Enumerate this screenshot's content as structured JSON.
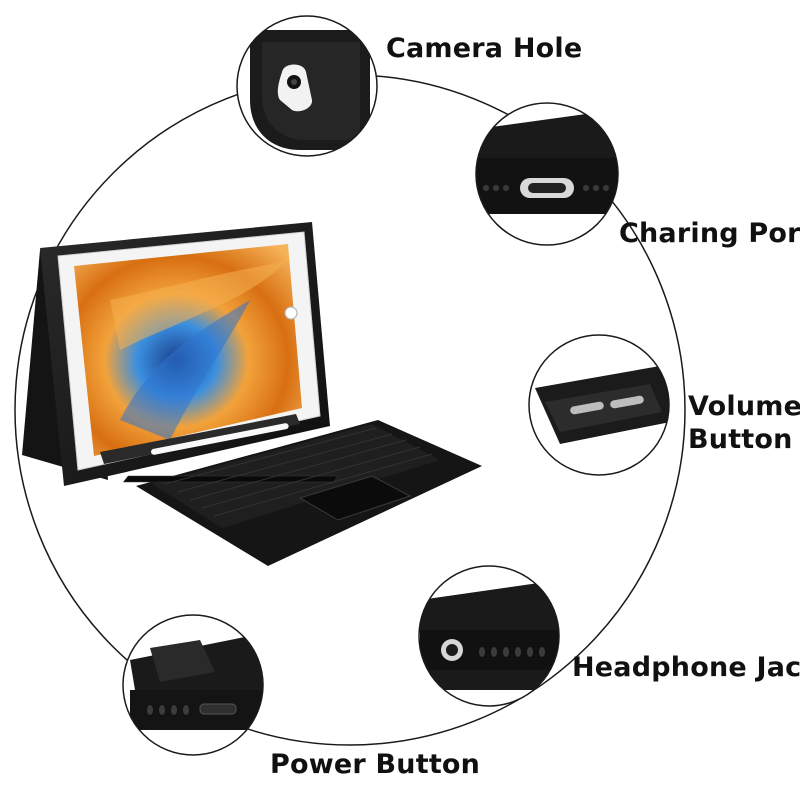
{
  "labels": {
    "camera_hole": "Camera Hole",
    "charging_port": "Charing Port",
    "volume_button_line1": "Volume",
    "volume_button_line2": "Button",
    "headphone_jack": "Headphone Jack",
    "power_button": "Power Button"
  },
  "colors": {
    "background": "#ffffff",
    "case_black": "#161616",
    "ring_line": "#1a1a1a",
    "screen_orange": "#e8861c",
    "screen_blue": "#1f6fd0",
    "label_text": "#111111"
  }
}
